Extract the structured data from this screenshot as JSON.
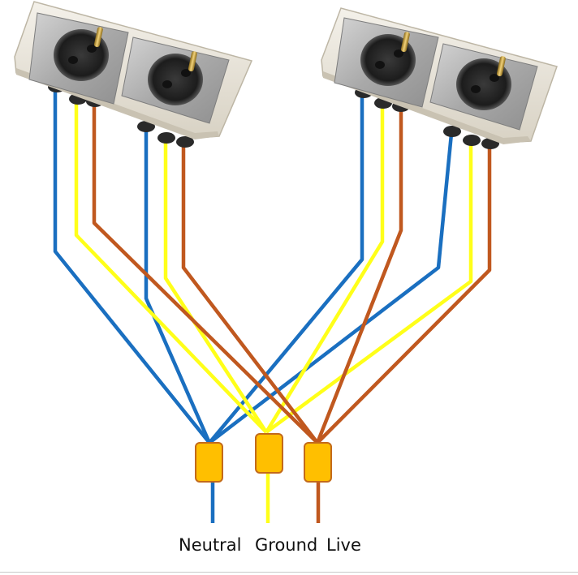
{
  "labels": {
    "neutral": "Neutral",
    "ground": "Ground",
    "live": "Live"
  },
  "colors": {
    "neutral_wire": "#1a6fc0",
    "ground_wire": "#ffff19",
    "live_wire": "#c0581f",
    "connector_fill": "#ffbf00",
    "connector_border": "#c36a1a",
    "frame": "#e9e4d9",
    "socket_plate": "#b7b7b7"
  },
  "components": {
    "sockets": [
      "double-socket-left",
      "double-socket-right"
    ],
    "connectors": [
      "neutral-connector",
      "ground-connector",
      "live-connector"
    ]
  }
}
